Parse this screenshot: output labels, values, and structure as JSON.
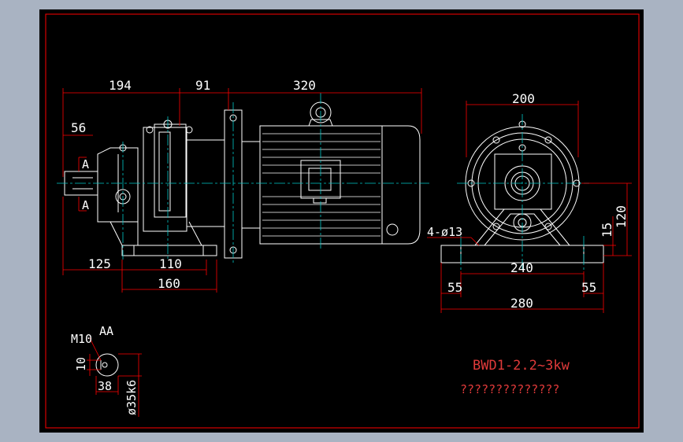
{
  "colors": {
    "outer_bg": "#a9b3c2",
    "canvas_bg": "#000000",
    "frame": "#ff0000",
    "geometry": "#ffffff",
    "dimension": "#ff0000",
    "centerline": "#00c8c8",
    "text": "#ffffff",
    "title_text": "#e03a3a"
  },
  "dimensions": {
    "d194": "194",
    "d91": "91",
    "d320": "320",
    "d56": "56",
    "d125": "125",
    "d110": "110",
    "d160": "160",
    "d200": "200",
    "d120": "120",
    "d15": "15",
    "d240": "240",
    "d55_left": "55",
    "d55_right": "55",
    "d280": "280",
    "hole_note": "4-ø13",
    "section_a_top": "A",
    "section_a_bottom": "A"
  },
  "detail": {
    "section_label": "AA",
    "thread": "M10",
    "d10": "10",
    "d38": "38",
    "shaft": "ø35k6"
  },
  "title": {
    "model": "BWD1-2.2~3kw",
    "subtitle": "??????????????"
  }
}
